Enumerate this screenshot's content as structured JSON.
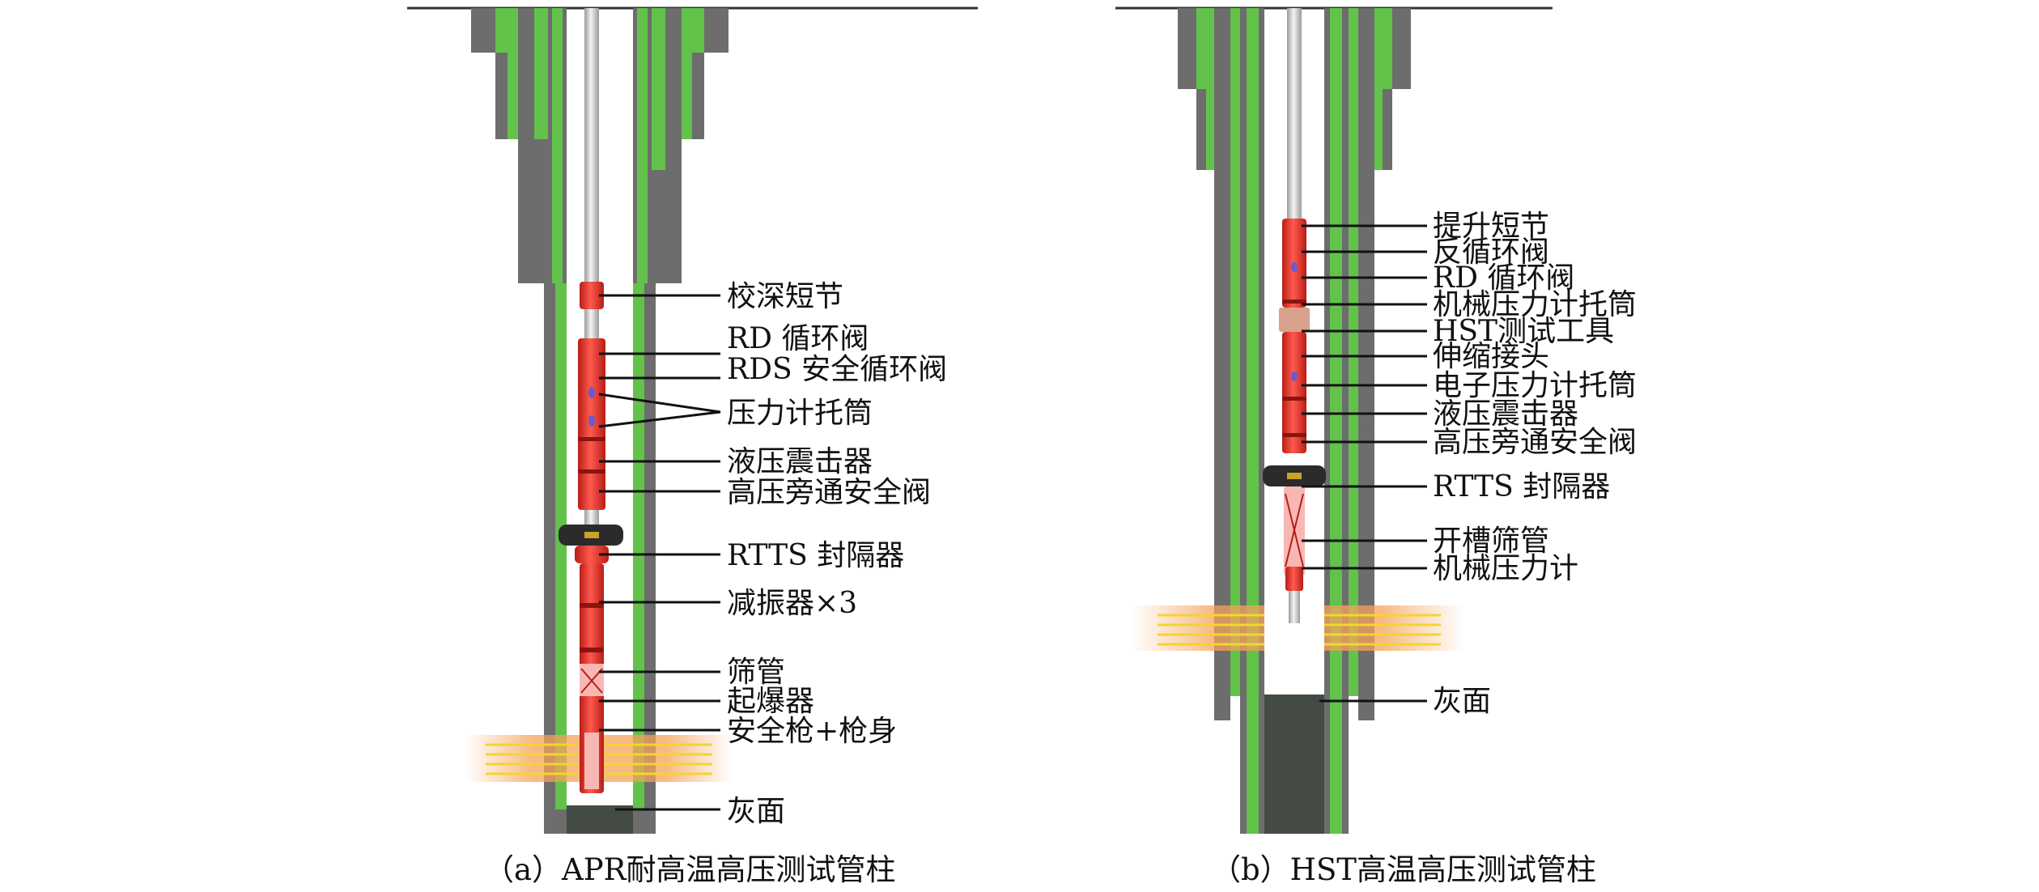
{
  "colors": {
    "casing": "#6d6d6d",
    "cement": "#62c24a",
    "tool_red": "#e8332a",
    "packer": "#2b2b2b",
    "tubing": "#d7d7d7",
    "perforation": "#f5a25a",
    "ash": "#444b44",
    "leader": "#111111"
  },
  "diagram_a": {
    "caption": "（a）APR耐高温高压测试管柱",
    "labels": {
      "depth_sub": "校深短节",
      "rd_valve": "RD 循环阀",
      "rds_valve": "RDS 安全循环阀",
      "gauge_carrier": "压力计托筒",
      "hydraulic_jar": "液压震击器",
      "bypass_valve": "高压旁通安全阀",
      "rtts_packer": "RTTS 封隔器",
      "shock_absorber": "减振器×3",
      "screen": "筛管",
      "detonator": "起爆器",
      "safety_gun": "安全枪+枪身",
      "ash_surface": "灰面"
    }
  },
  "diagram_b": {
    "caption": "（b）HST高温高压测试管柱",
    "labels": {
      "lift_sub": "提升短节",
      "reverse_valve": "反循环阀",
      "rd_valve": "RD 循环阀",
      "mech_gauge_carrier": "机械压力计托筒",
      "hst_tool": "HST测试工具",
      "slip_joint": "伸缩接头",
      "elec_gauge_carrier": "电子压力计托筒",
      "hydraulic_jar": "液压震击器",
      "bypass_valve": "高压旁通安全阀",
      "rtts_packer": "RTTS 封隔器",
      "slotted_screen": "开槽筛管",
      "mech_gauge": "机械压力计",
      "ash_surface": "灰面"
    }
  }
}
